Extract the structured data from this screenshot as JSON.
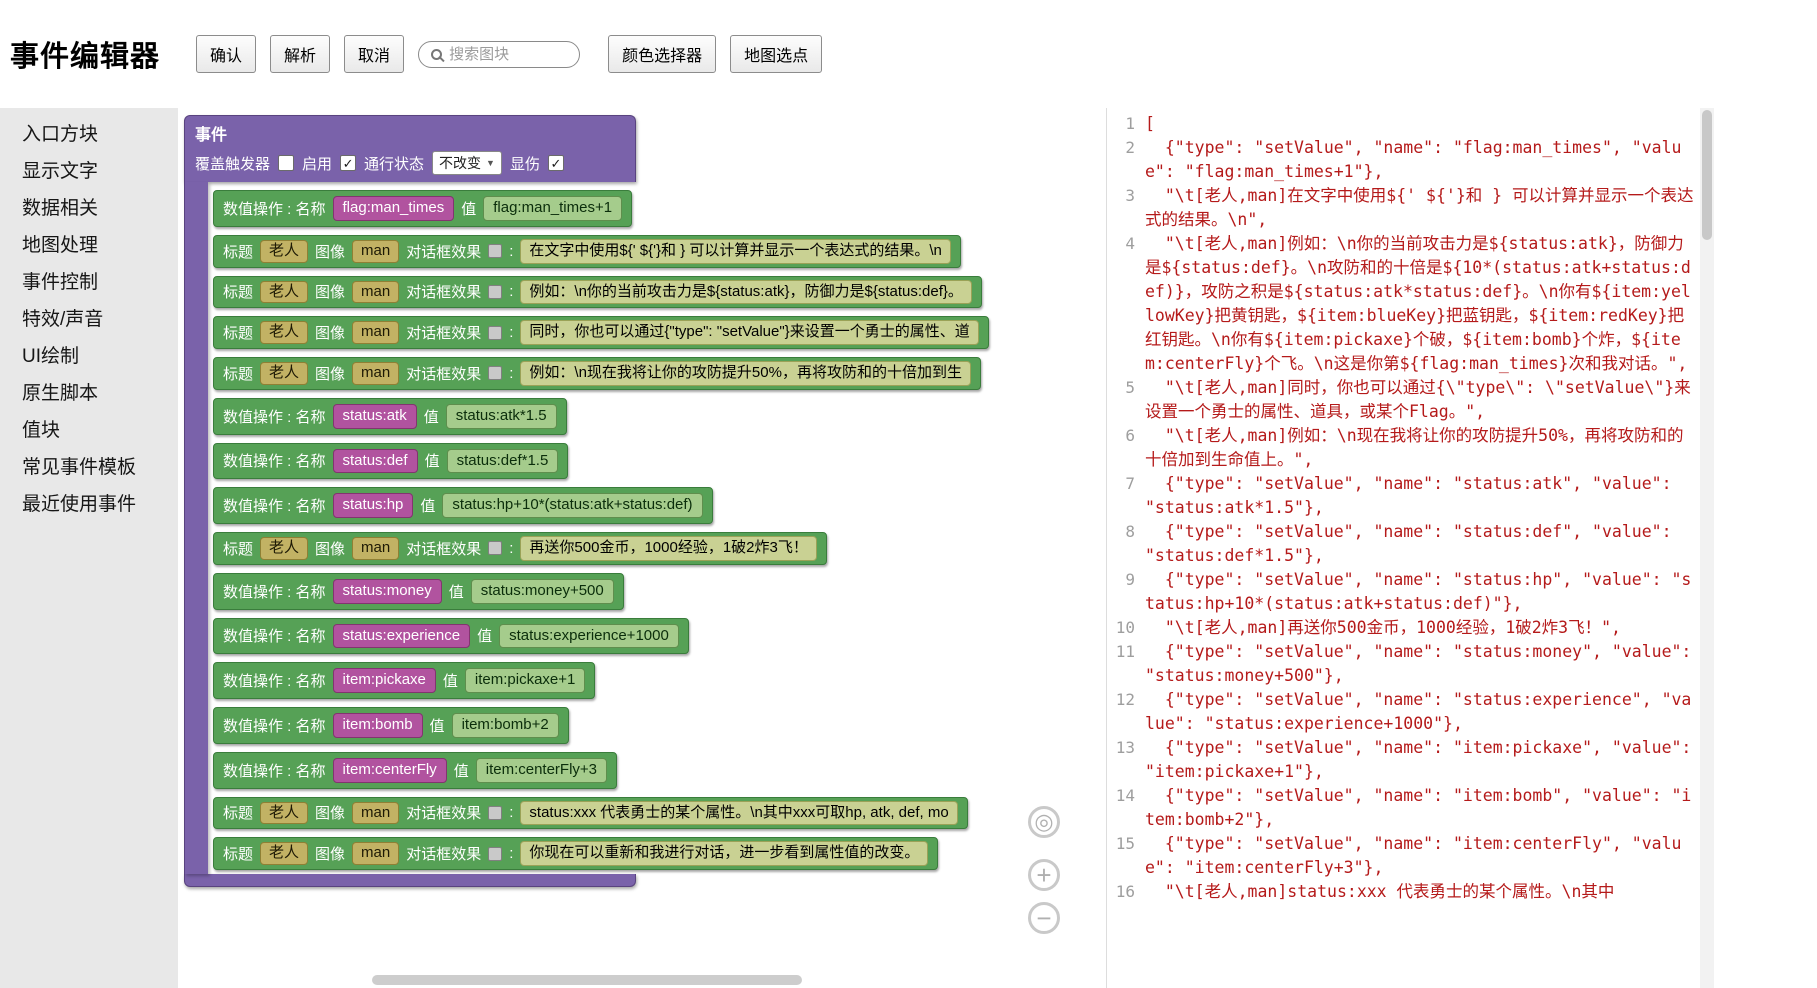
{
  "header": {
    "title": "事件编辑器",
    "confirm": "确认",
    "parse": "解析",
    "cancel": "取消",
    "search_placeholder": "搜索图块",
    "color_picker": "颜色选择器",
    "map_pick": "地图选点"
  },
  "icons": {
    "check": "✓",
    "dropdown_arrow": "▼",
    "zoom_reset": "◎",
    "zoom_in": "+",
    "zoom_out": "−"
  },
  "sidebar": {
    "items": [
      "入口方块",
      "显示文字",
      "数据相关",
      "地图处理",
      "事件控制",
      "特效/声音",
      "UI绘制",
      "原生脚本",
      "值块",
      "常见事件模板",
      "最近使用事件"
    ]
  },
  "labels": {
    "setvalue": "数值操作 : 名称",
    "value": "值",
    "title": "标题",
    "image": "图像",
    "effect": "对话框效果",
    "colon": ":"
  },
  "event_block": {
    "title": "事件",
    "override_trigger": "覆盖触发器",
    "override_trigger_checked": false,
    "enable": "启用",
    "enable_checked": true,
    "pass_status": "通行状态",
    "pass_value": "不改变",
    "damage": "显伤",
    "damage_checked": true
  },
  "rows": [
    {
      "type": "sv",
      "name": "flag:man_times",
      "value": "flag:man_times+1"
    },
    {
      "type": "tx",
      "title": "老人",
      "image": "man",
      "text": "在文字中使用${' ${'}和 } 可以计算并显示一个表达式的结果。\\n"
    },
    {
      "type": "tx",
      "title": "老人",
      "image": "man",
      "text": "例如：\\n你的当前攻击力是${status:atk}，防御力是${status:def}。"
    },
    {
      "type": "tx",
      "title": "老人",
      "image": "man",
      "text": "同时，你也可以通过{\"type\": \"setValue\"}来设置一个勇士的属性、道"
    },
    {
      "type": "tx",
      "title": "老人",
      "image": "man",
      "text": "例如：\\n现在我将让你的攻防提升50%，再将攻防和的十倍加到生"
    },
    {
      "type": "sv",
      "name": "status:atk",
      "value": "status:atk*1.5"
    },
    {
      "type": "sv",
      "name": "status:def",
      "value": "status:def*1.5"
    },
    {
      "type": "sv",
      "name": "status:hp",
      "value": "status:hp+10*(status:atk+status:def)"
    },
    {
      "type": "tx",
      "title": "老人",
      "image": "man",
      "text": "再送你500金币，1000经验，1破2炸3飞！"
    },
    {
      "type": "sv",
      "name": "status:money",
      "value": "status:money+500"
    },
    {
      "type": "sv",
      "name": "status:experience",
      "value": "status:experience+1000"
    },
    {
      "type": "sv",
      "name": "item:pickaxe",
      "value": "item:pickaxe+1"
    },
    {
      "type": "sv",
      "name": "item:bomb",
      "value": "item:bomb+2"
    },
    {
      "type": "sv",
      "name": "item:centerFly",
      "value": "item:centerFly+3"
    },
    {
      "type": "tx",
      "title": "老人",
      "image": "man",
      "text": "status:xxx 代表勇士的某个属性。\\n其中xxx可取hp, atk, def, mo"
    },
    {
      "type": "tx",
      "title": "老人",
      "image": "man",
      "text": "你现在可以重新和我进行对话，进一步看到属性值的改变。"
    }
  ],
  "code": {
    "lines": [
      {
        "no": 1,
        "text": "["
      },
      {
        "no": 2,
        "text": "  {\"type\": \"setValue\", \"name\": \"flag:man_times\", \"value\": \"flag:man_times+1\"},"
      },
      {
        "no": 3,
        "text": "  \"\\t[老人,man]在文字中使用${' ${'}和 } 可以计算并显示一个表达式的结果。\\n\","
      },
      {
        "no": 4,
        "text": "  \"\\t[老人,man]例如：\\n你的当前攻击力是${status:atk}，防御力是${status:def}。\\n攻防和的十倍是${10*(status:atk+status:def)}，攻防之积是${status:atk*status:def}。\\n你有${item:yellowKey}把黄钥匙，${item:blueKey}把蓝钥匙，${item:redKey}把红钥匙。\\n你有${item:pickaxe}个破，${item:bomb}个炸，${item:centerFly}个飞。\\n这是你第${flag:man_times}次和我对话。\","
      },
      {
        "no": 5,
        "text": "  \"\\t[老人,man]同时，你也可以通过{\\\"type\\\": \\\"setValue\\\"}来设置一个勇士的属性、道具，或某个Flag。\","
      },
      {
        "no": 6,
        "text": "  \"\\t[老人,man]例如：\\n现在我将让你的攻防提升50%，再将攻防和的十倍加到生命值上。\","
      },
      {
        "no": 7,
        "text": "  {\"type\": \"setValue\", \"name\": \"status:atk\", \"value\": \"status:atk*1.5\"},"
      },
      {
        "no": 8,
        "text": "  {\"type\": \"setValue\", \"name\": \"status:def\", \"value\": \"status:def*1.5\"},"
      },
      {
        "no": 9,
        "text": "  {\"type\": \"setValue\", \"name\": \"status:hp\", \"value\": \"status:hp+10*(status:atk+status:def)\"},"
      },
      {
        "no": 10,
        "text": "  \"\\t[老人,man]再送你500金币，1000经验，1破2炸3飞！\","
      },
      {
        "no": 11,
        "text": "  {\"type\": \"setValue\", \"name\": \"status:money\", \"value\": \"status:money+500\"},"
      },
      {
        "no": 12,
        "text": "  {\"type\": \"setValue\", \"name\": \"status:experience\", \"value\": \"status:experience+1000\"},"
      },
      {
        "no": 13,
        "text": "  {\"type\": \"setValue\", \"name\": \"item:pickaxe\", \"value\": \"item:pickaxe+1\"},"
      },
      {
        "no": 14,
        "text": "  {\"type\": \"setValue\", \"name\": \"item:bomb\", \"value\": \"item:bomb+2\"},"
      },
      {
        "no": 15,
        "text": "  {\"type\": \"setValue\", \"name\": \"item:centerFly\", \"value\": \"item:centerFly+3\"},"
      },
      {
        "no": 16,
        "text": "  \"\\t[老人,man]status:xxx 代表勇士的某个属性。\\n其中"
      }
    ]
  }
}
